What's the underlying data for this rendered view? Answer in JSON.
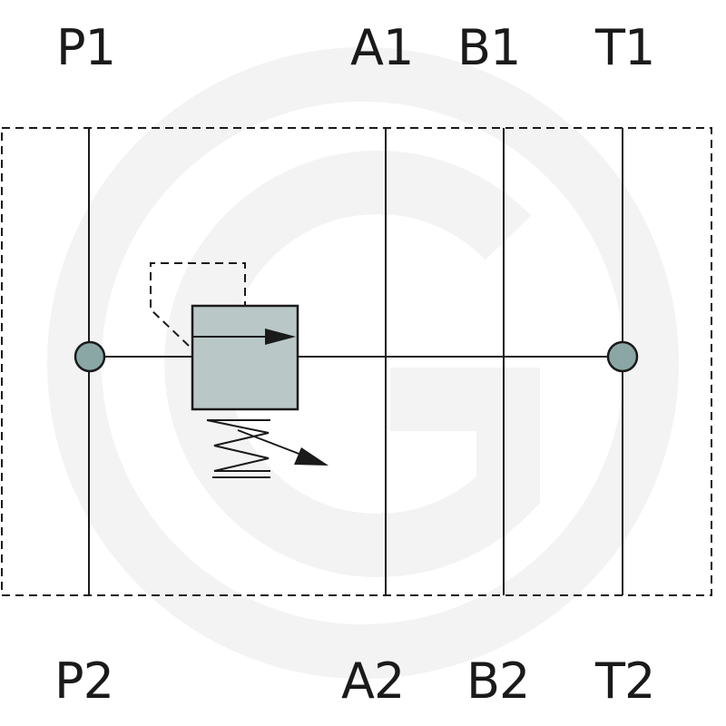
{
  "ports": {
    "top": [
      {
        "id": "p1",
        "label": "P1"
      },
      {
        "id": "a1",
        "label": "A1"
      },
      {
        "id": "b1",
        "label": "B1"
      },
      {
        "id": "t1",
        "label": "T1"
      }
    ],
    "bottom": [
      {
        "id": "p2",
        "label": "P2"
      },
      {
        "id": "a2",
        "label": "A2"
      },
      {
        "id": "b2",
        "label": "B2"
      },
      {
        "id": "t2",
        "label": "T2"
      }
    ]
  },
  "colors": {
    "line": "#1a1a1a",
    "valve_fill": "#b9c8c6",
    "node_fill": "#8aa7a6",
    "watermark": "#f3f3f3"
  },
  "icons": {
    "watermark": "circular-g-logo-watermark",
    "valve": "pressure-relief-valve-symbol",
    "spring": "adjustable-spring-symbol"
  }
}
